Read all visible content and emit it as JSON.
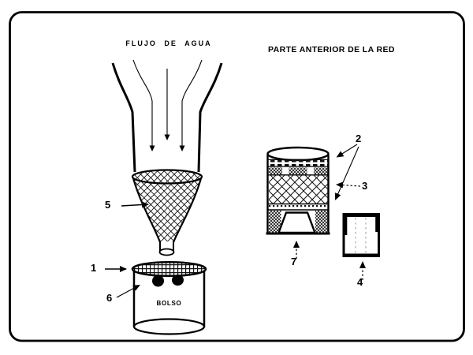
{
  "colors": {
    "ink": "#000000",
    "paper": "#ffffff"
  },
  "labels": {
    "water_flow": "FLUJO DE AGUA",
    "net_front_title": "PARTE ANTERIOR DE LA RED",
    "bag": "BOLSO"
  },
  "parts": {
    "ring": "1",
    "collar_bands": "2",
    "mesh_panel": "3",
    "sleeve": "4",
    "cone": "5",
    "bag_inside": "6",
    "codend": "7"
  }
}
